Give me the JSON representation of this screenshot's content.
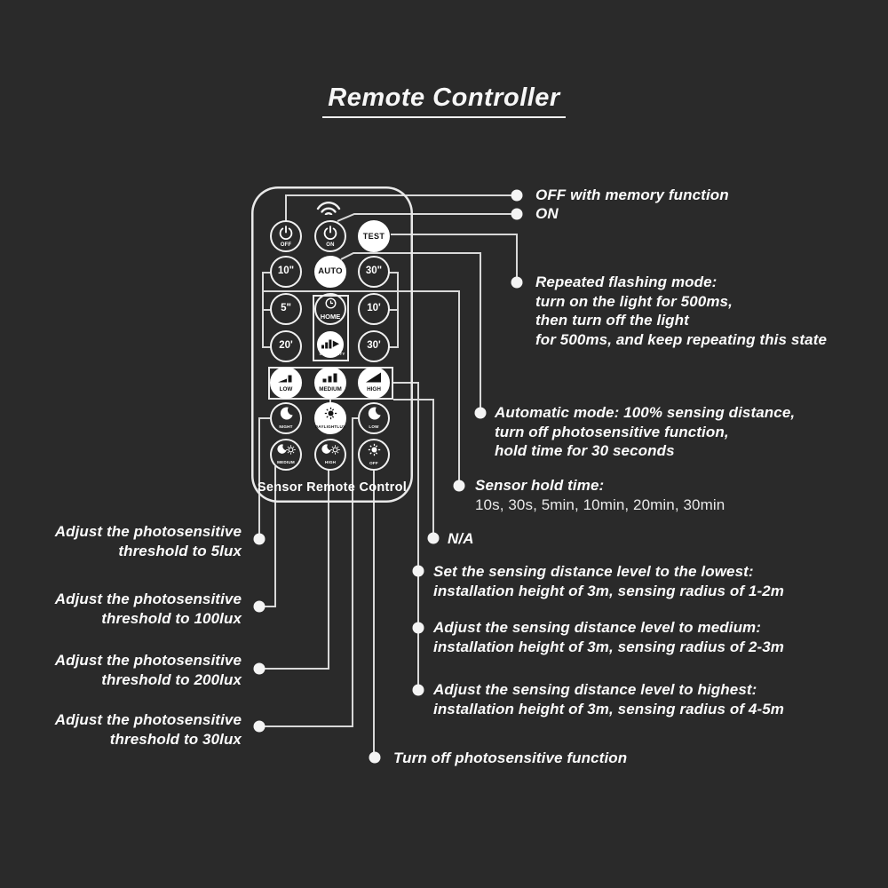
{
  "title": "Remote Controller",
  "colors": {
    "background": "#2a2a2a",
    "line": "#d8d8d8",
    "text": "#ffffff",
    "button_fill": "#ffffff"
  },
  "remote": {
    "footer_label": "Sensor Remote Control",
    "buttons": {
      "off": "OFF",
      "on": "ON",
      "test": "TEST",
      "time_10s": "10\"",
      "auto": "AUTO",
      "time_30s": "30\"",
      "time_5s": "5\"",
      "home": "HOME",
      "time_10min": "10'",
      "time_20min": "20'",
      "sensitivity": "SENSITIVITY",
      "time_30min": "30'",
      "distance_low": "LOW",
      "distance_medium": "MEDIUM",
      "distance_high": "HIGH",
      "night": "NIGHT",
      "daylight": "DAYLIGHTLUX",
      "lux_low": "LOW",
      "lux_medium": "MEDIUM",
      "lux_high": "HIGH",
      "photo_off": "OFF"
    },
    "icons": {
      "power": "power-symbol",
      "wifi": "signal-arcs",
      "clock": "clock-face",
      "sensitivity": "bars-with-arrow",
      "ramp_low": "low-wedge-with-bar",
      "bars_medium": "ascending-bars",
      "ramp_high": "full-wedge",
      "moon": "crescent",
      "sun": "sun-rays",
      "moon_sun": "crescent-and-sun"
    }
  },
  "right_annotations": [
    {
      "lines": [
        "OFF with memory function"
      ]
    },
    {
      "lines": [
        "ON"
      ]
    },
    {
      "lines": [
        "Repeated flashing mode:",
        "turn on the light for 500ms,",
        "then turn off the light",
        "for 500ms, and keep repeating this state"
      ]
    },
    {
      "lines": [
        "Automatic mode: 100% sensing distance,",
        "turn off photosensitive function,",
        "hold time for 30 seconds"
      ]
    },
    {
      "lines": [
        "Sensor hold time:"
      ],
      "sub": "10s, 30s, 5min, 10min, 20min, 30min"
    },
    {
      "lines": [
        "N/A"
      ]
    },
    {
      "lines": [
        "Set the sensing distance level to the lowest:",
        "installation height of 3m, sensing radius of 1-2m"
      ]
    },
    {
      "lines": [
        "Adjust the sensing distance level to medium:",
        "installation height of 3m, sensing radius of 2-3m"
      ]
    },
    {
      "lines": [
        "Adjust the sensing distance level to highest:",
        "installation height of 3m, sensing radius of 4-5m"
      ]
    },
    {
      "lines": [
        "Turn off photosensitive function"
      ]
    }
  ],
  "left_annotations": [
    {
      "lines": [
        "Adjust the photosensitive",
        "threshold to 5lux"
      ]
    },
    {
      "lines": [
        "Adjust the photosensitive",
        "threshold to 100lux"
      ]
    },
    {
      "lines": [
        "Adjust the photosensitive",
        "threshold to 200lux"
      ]
    },
    {
      "lines": [
        "Adjust the photosensitive",
        "threshold to 30lux"
      ]
    }
  ]
}
